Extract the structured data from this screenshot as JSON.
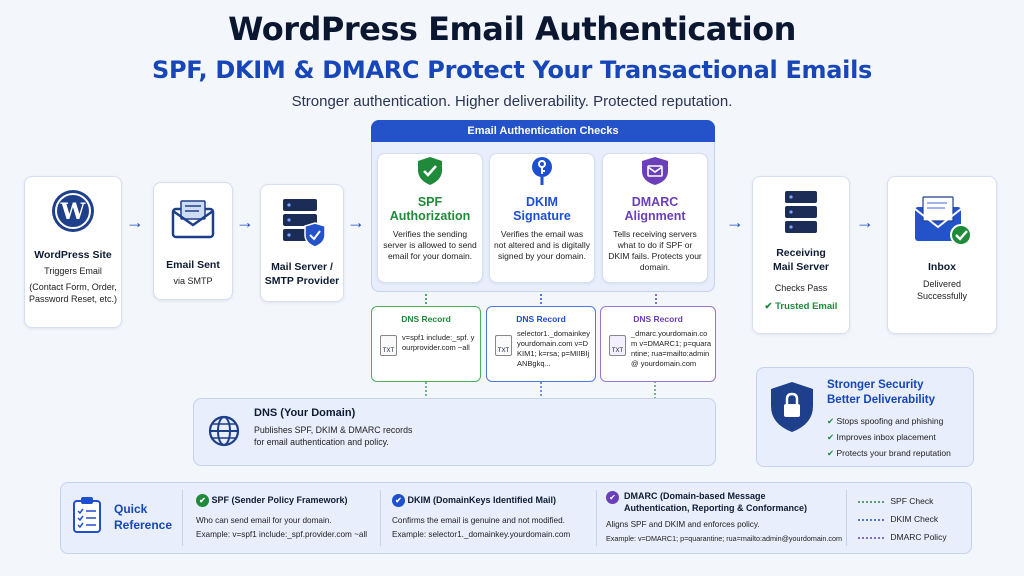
{
  "header": {
    "title": "WordPress Email Authentication",
    "subtitle": "SPF, DKIM & DMARC Protect Your Transactional Emails",
    "tagline": "Stronger authentication. Higher deliverability. Protected reputation."
  },
  "flow": {
    "wordpress": {
      "title": "WordPress Site",
      "line1": "Triggers Email",
      "line2": "(Contact Form, Order,",
      "line3": "Password Reset, etc.)"
    },
    "email_sent": {
      "title": "Email Sent",
      "line1": "via SMTP"
    },
    "mail_server": {
      "title1": "Mail Server /",
      "title2": "SMTP Provider"
    },
    "receiving": {
      "title1": "Receiving",
      "title2": "Mail Server",
      "line1": "Checks Pass",
      "status": "Trusted Email"
    },
    "inbox": {
      "title": "Inbox",
      "line1": "Delivered",
      "line2": "Successfully"
    }
  },
  "checks": {
    "heading": "Email Authentication Checks",
    "spf": {
      "name1": "SPF",
      "name2": "Authorization",
      "desc": "Verifies the sending server is allowed to send email for your domain."
    },
    "dkim": {
      "name1": "DKIM",
      "name2": "Signature",
      "desc": "Verifies the email was not altered and is digitally signed by your domain."
    },
    "dmarc": {
      "name1": "DMARC",
      "name2": "Alignment",
      "desc": "Tells receiving servers what to do if SPF or DKIM fails. Protects your domain."
    }
  },
  "dns_records": {
    "label": "DNS Record",
    "txt": "TXT",
    "spf": "v=spf1 include:_spf. yourprovider.com ~all",
    "dkim": "selector1._domainkey yourdomain.com v=DKIM1; k=rsa; p=MIIBIjANBgkq...",
    "dmarc": "_dmarc.yourdomain.com v=DMARC1; p=quarantine; rua=mailto:admin@ yourdomain.com"
  },
  "dns_domain": {
    "title": "DNS (Your Domain)",
    "desc": "Publishes SPF, DKIM & DMARC records for email authentication and policy."
  },
  "security": {
    "title1": "Stronger Security",
    "title2": "Better Deliverability",
    "bullets": [
      "Stops spoofing and phishing",
      "Improves inbox placement",
      "Protects your brand reputation"
    ]
  },
  "reference": {
    "title1": "Quick",
    "title2": "Reference",
    "spf": {
      "title": "SPF (Sender Policy Framework)",
      "desc": "Who can send email for your domain.",
      "example": "Example: v=spf1 include:_spf.provider.com ~all"
    },
    "dkim": {
      "title": "DKIM (DomainKeys Identified Mail)",
      "desc": "Confirms the email is genuine and not modified.",
      "example": "Example: selector1._domainkey.yourdomain.com"
    },
    "dmarc": {
      "title1": "DMARC (Domain-based Message",
      "title2": "Authentication, Reporting & Conformance)",
      "desc": "Aligns SPF and DKIM and enforces policy.",
      "example": "Example: v=DMARC1; p=quarantine; rua=mailto:admin@yourdomain.com"
    },
    "legend": [
      "SPF Check",
      "DKIM Check",
      "DMARC Policy"
    ]
  },
  "colors": {
    "spf": "#1f8a3a",
    "dkim": "#1d4fd0",
    "dmarc": "#6b3fb8",
    "brand": "#1646b8"
  }
}
